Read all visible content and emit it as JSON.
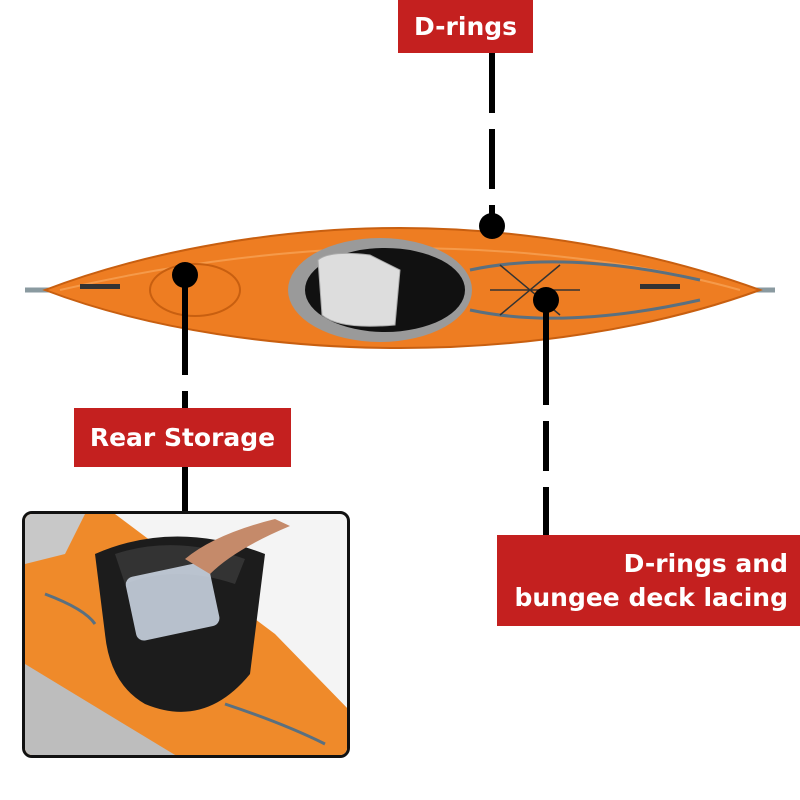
{
  "labels": {
    "d_rings": "D-rings",
    "rear_storage": "Rear Storage",
    "d_rings_bungee_line1": "D-rings and",
    "d_rings_bungee_line2": "bungee deck lacing"
  },
  "colors": {
    "label_background": "#c4201f",
    "label_text": "#ffffff",
    "kayak_hull": "#ee7d22",
    "connector": "#000000"
  }
}
